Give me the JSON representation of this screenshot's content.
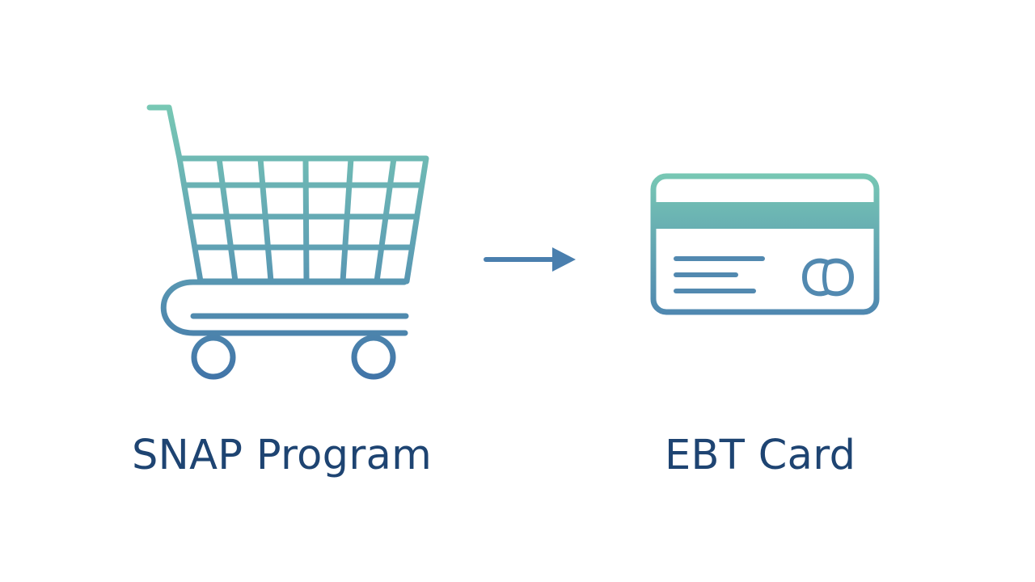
{
  "diagram": {
    "nodes": [
      {
        "id": "snap",
        "label": "SNAP Program",
        "icon": "shopping-cart-icon"
      },
      {
        "id": "ebt",
        "label": "EBT Card",
        "icon": "credit-card-icon"
      }
    ],
    "edges": [
      {
        "from": "snap",
        "to": "ebt",
        "icon": "arrow-right-icon"
      }
    ],
    "colors": {
      "gradient_top": "#78c8b4",
      "gradient_bottom": "#4174a8",
      "arrow": "#4a7fae",
      "text": "#1e4472",
      "background": "#ffffff"
    }
  }
}
